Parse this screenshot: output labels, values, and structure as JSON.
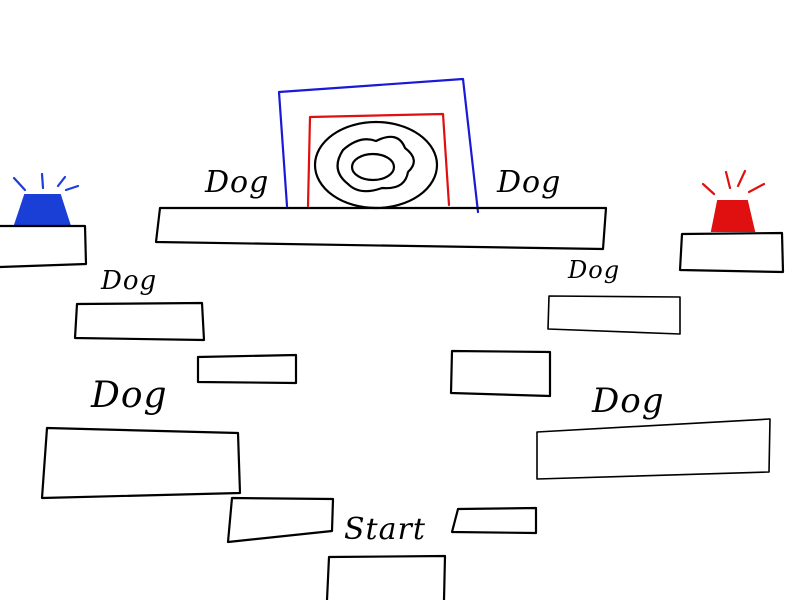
{
  "level": {
    "goal": {
      "name": "donut",
      "frame_outer_color": "#1a1ad6",
      "frame_inner_color": "#e01010"
    },
    "buzzers": [
      {
        "name": "blue-buzzer",
        "color": "#1a3fd6"
      },
      {
        "name": "red-buzzer",
        "color": "#e01010"
      }
    ],
    "dog_labels": [
      "Dog",
      "Dog",
      "Dog",
      "Dog",
      "Dog",
      "Dog"
    ],
    "start_label": "Start"
  }
}
